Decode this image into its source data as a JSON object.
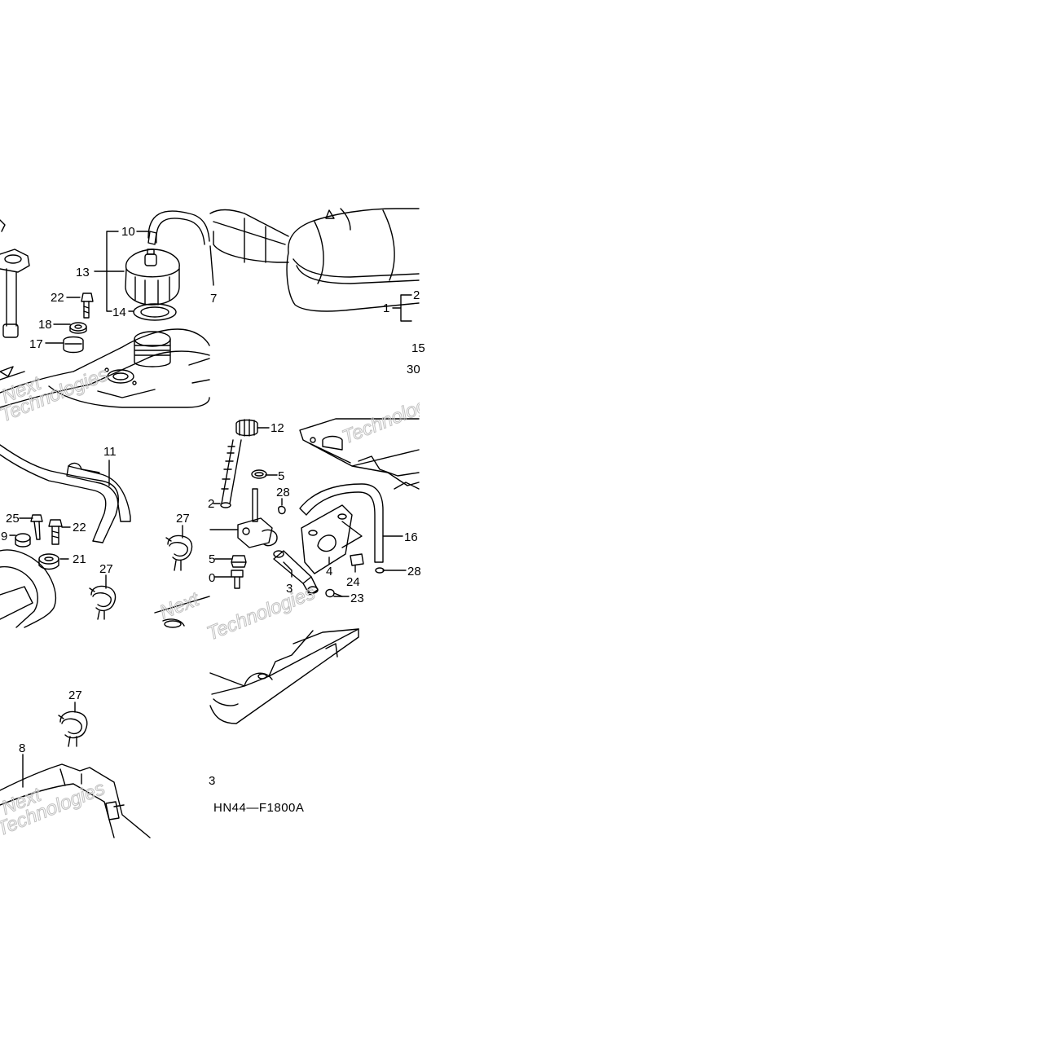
{
  "diagram": {
    "drawing_code": "HN44—F1800A",
    "watermark_words": [
      "Next",
      "Technologies"
    ],
    "callouts": {
      "c10": "10",
      "c13": "13",
      "c14": "14",
      "c22a": "22",
      "c18": "18",
      "c17": "17",
      "c7": "7",
      "c1": "1",
      "c2": "2",
      "c15": "15",
      "c30": "30",
      "c11": "11",
      "c25": "25",
      "c22b": "22",
      "c9": "9",
      "c21": "21",
      "c27a": "27",
      "c27b": "27",
      "c27c": "27",
      "c12": "12",
      "c5a": "5",
      "c28a": "28",
      "c2b": "2",
      "c16": "16",
      "c5b": "5",
      "c4": "4",
      "c24": "24",
      "c28b": "28",
      "c20": "0",
      "c3": "3",
      "c23": "23",
      "c8": "8",
      "c3b": "3"
    }
  }
}
